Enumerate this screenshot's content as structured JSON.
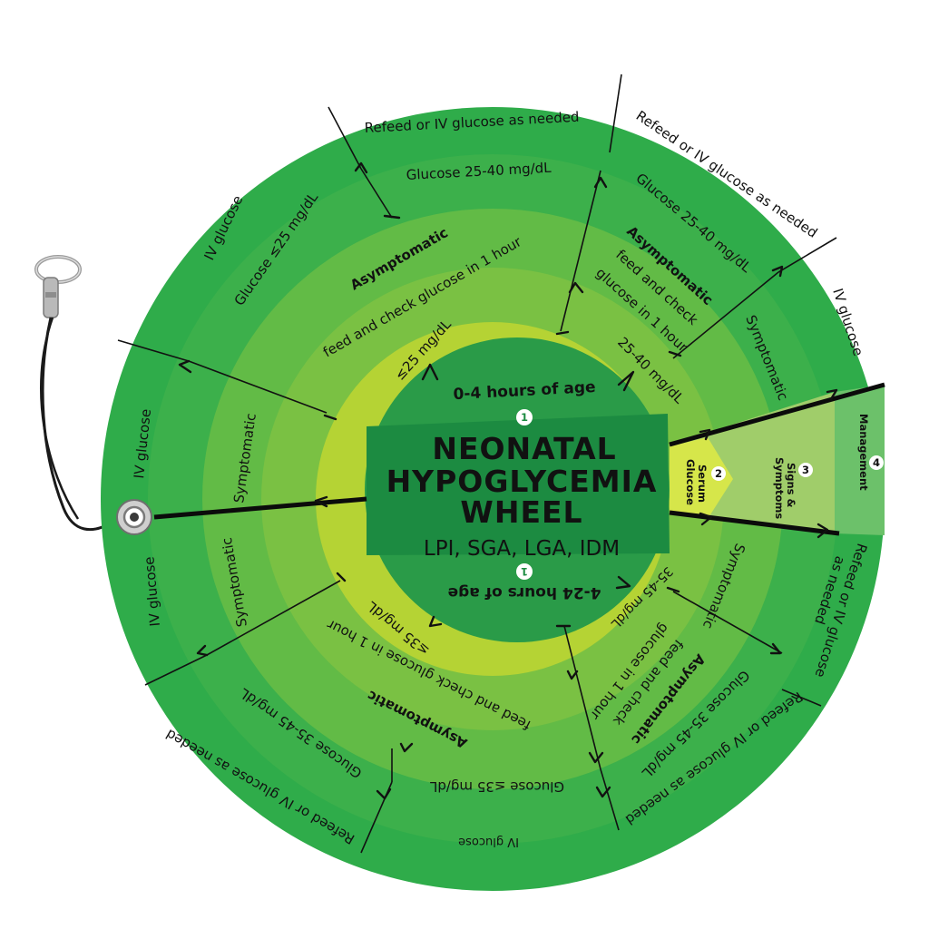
{
  "colors": {
    "outer_ring": "#2fac4a",
    "ring_management": "#3cb04b",
    "ring_glucose": "#62bb46",
    "ring_status": "#7ac143",
    "ring_serum": "#b5d334",
    "center": "#2a9b48",
    "title_band": "#1c8b41",
    "key_signs": "#a0cd6a",
    "key_management": "#6cc16a",
    "key_serum": "#d6e64a"
  },
  "center": {
    "title_line1": "NEONATAL",
    "title_line2": "HYPOGLYCEMIA",
    "title_line3": "WHEEL",
    "subtitle": "LPI, SGA, LGA, IDM"
  },
  "age_groups": {
    "top": {
      "label": "0-4 hours of age",
      "number": "1"
    },
    "bottom": {
      "label": "4-24 hours of age",
      "number": "1"
    }
  },
  "key": {
    "serum_number": "2",
    "serum_line1": "Serum",
    "serum_line2": "Glucose",
    "signs_number": "3",
    "signs_line1": "Signs &",
    "signs_line2": "Symptoms",
    "management_number": "4",
    "management_label": "Management"
  },
  "top_left": {
    "serum": "≤25 mg/dL",
    "symptomatic": "Symptomatic",
    "management_symptomatic": "IV glucose",
    "asymptomatic_title": "Asymptomatic",
    "asymptomatic_text": "feed and check glucose in 1 hour",
    "glucose_low": "Glucose ≤25 mg/dL",
    "glucose_low_management": "IV glucose",
    "glucose_range": "Glucose 25-40 mg/dL",
    "glucose_range_management": "Refeed or IV glucose as needed"
  },
  "top_right": {
    "serum": "25-40 mg/dL",
    "asymptomatic_title": "Asymptomatic",
    "asymptomatic_line1": "feed and check",
    "asymptomatic_line2": "glucose in 1 hour",
    "glucose_range": "Glucose 25-40 mg/dL",
    "glucose_range_management": "Refeed or IV glucose as needed",
    "symptomatic": "Symptomatic",
    "management_symptomatic": "IV glucose"
  },
  "bottom_left": {
    "serum": "≤35 mg/dL",
    "symptomatic": "Symptomatic",
    "management_symptomatic": "IV glucose",
    "asymptomatic_title": "Asymptomatic",
    "asymptomatic_text": "feed and check glucose in 1 hour",
    "glucose_range": "Glucose 35-45 mg/dL",
    "glucose_range_management": "Refeed or IV glucose as needed",
    "glucose_low": "Glucose ≤35 mg/dL",
    "glucose_low_management": "IV glucose"
  },
  "bottom_right": {
    "serum": "35-45 mg/dL",
    "asymptomatic_title": "Asymptomatic",
    "asymptomatic_line1": "feed and check",
    "asymptomatic_line2": "glucose in 1 hour",
    "glucose_range": "Glucose 35-45 mg/dL",
    "glucose_range_management": "Refeed or IV glucose as needed",
    "symptomatic": "Symptomatic",
    "management_symptomatic_line1": "Refeed or IV glucose",
    "management_symptomatic_line2": "as needed"
  }
}
